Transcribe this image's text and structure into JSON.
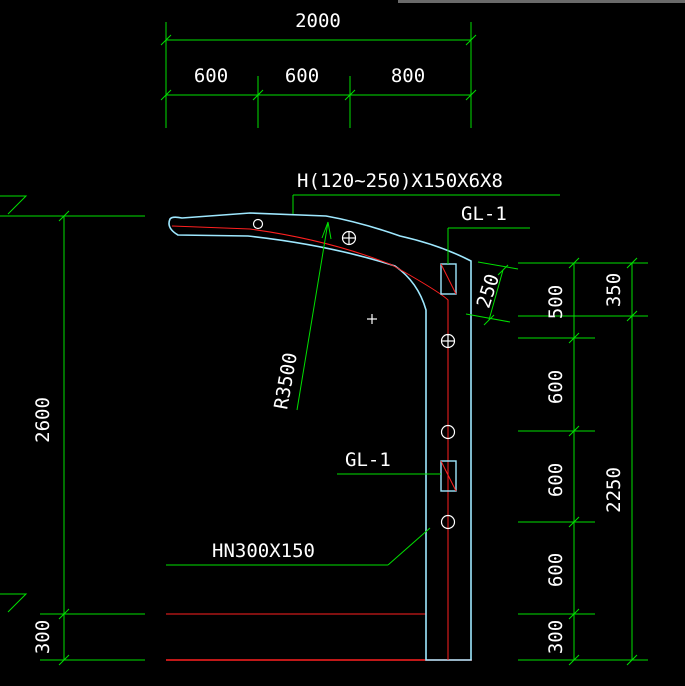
{
  "dimensions": {
    "top_total": "2000",
    "top_parts": [
      "600",
      "600",
      "800"
    ],
    "left_height": "2600",
    "left_base": "300",
    "right_inner": [
      "500",
      "600",
      "600",
      "600",
      "300"
    ],
    "right_outer": [
      "350",
      "2250"
    ],
    "radius": "R3500",
    "depth": "250"
  },
  "labels": {
    "beam_section": "H(120~250)X150X6X8",
    "gl_top": "GL-1",
    "gl_mid": "GL-1",
    "column_section": "HN300X150"
  },
  "colors": {
    "dimension_line": "#00e000",
    "outline": "#9ee8ff",
    "centerline": "#ff2020",
    "text": "#ffffff"
  }
}
